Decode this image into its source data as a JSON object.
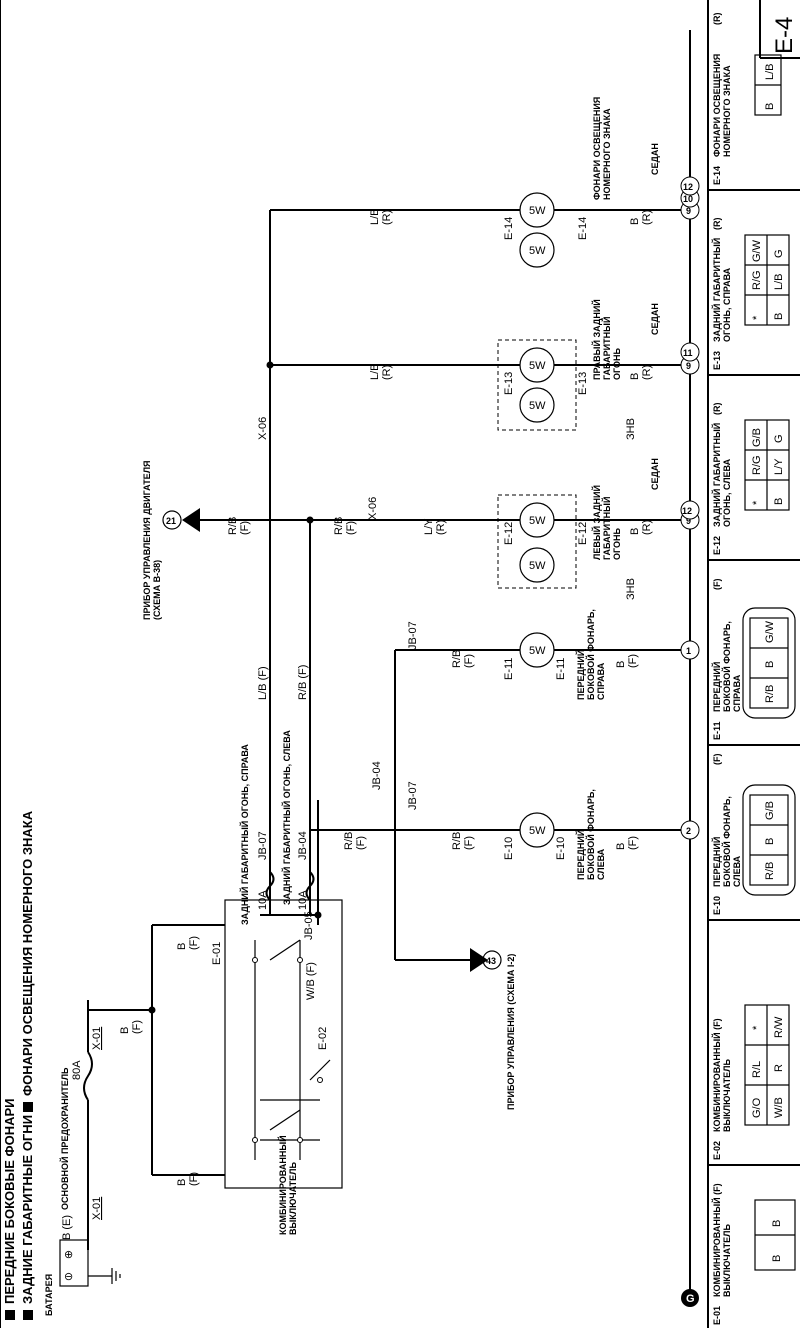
{
  "header": {
    "line1": "ПЕРЕДНИЕ БОКОВЫЕ ФОНАРИ",
    "line2a": "ЗАДНИЕ ГАБАРИТНЫЕ ОГНИ",
    "line2b": "ФОНАРИ ОСВЕЩЕНИЯ НОМЕРНОГО ЗНАКА",
    "page": "E-4"
  },
  "left": {
    "battery": "БАТАРЕЯ",
    "main_fuse": "ОСНОВНОЙ ПРЕДОХРАНИТЕЛЬ",
    "fuse_rating": "80A",
    "x01a": "X-01",
    "x01b": "X-01",
    "b_e": "B (E)",
    "combo_switch": "КОМБИНИРОВАННЫЙ\nВЫКЛЮЧАТЕЛЬ",
    "wire_b_f_1": "B\n(F)",
    "wire_b_f_2": "B\n(F)",
    "wire_b_f_3": "B\n(F)",
    "e01": "E-01",
    "e02": "E-02",
    "wb_f": "W/B (F)"
  },
  "middle": {
    "jb05": "JB-05",
    "jb04a": "JB-04",
    "jb07a": "JB-07",
    "fuse10a_1": "10A",
    "fuse10a_2": "10A",
    "rear_right": "ЗАДНИЙ ГАБАРИТНЫЙ ОГОНЬ, СПРАВА",
    "rear_left": "ЗАДНИЙ ГАБАРИТНЫЙ ОГОНЬ, СЛЕВА",
    "lb_f": "L/B (F)",
    "rb_f": "R/B (F)",
    "instr": "ПРИБОР УПРАВЛЕНИЯ (СХЕМА I-2)",
    "instr_num": "43",
    "jb04b": "JB-04",
    "jb07b": "JB-07",
    "jb07c": "JB-07",
    "rb_f2": "R/B\n(F)"
  },
  "lamps": {
    "e10": "E-10",
    "e10_name": "ПЕРЕДНИЙ\nБОКОВОЙ ФОНАРЬ,\nСЛЕВА",
    "e11": "E-11",
    "e11_name": "ПЕРЕДНИЙ\nБОКОВОЙ ФОНАРЬ,\nСПРАВА",
    "e12": "E-12",
    "e12_name": "ЛЕВЫЙ ЗАДНИЙ\nГАБАРИТНЫЙ\nОГОНЬ",
    "e13": "E-13",
    "e13_name": "ПРАВЫЙ ЗАДНИЙ\nГАБАРИТНЫЙ\nОГОНЬ",
    "e14": "E-14",
    "e14_name": "ФОНАРИ ОСВЕЩЕНИЯ\nНОМЕРНОГО ЗНАКА",
    "bulb": "5W",
    "znv": "ЗНВ",
    "sedan": "СЕДАН",
    "ecu": "ПРИБОР УПРАВЛЕНИЯ ДВИГАТЕЛЯ\n(СХЕМА B-38)",
    "ecu_num": "21",
    "x06a": "X-06",
    "x06b": "X-06",
    "wire_rb": "R/B\n(F)",
    "wire_ly": "L/Y\n(R)",
    "wire_lb": "L/B\n(R)",
    "wire_b_r": "B\n(R)",
    "wire_b_f": "B\n(F)",
    "gnd": [
      "2",
      "1",
      "9",
      "12",
      "9",
      "11",
      "9",
      "10",
      "12"
    ]
  },
  "connectors": [
    {
      "id": "E-01",
      "title": "КОМБИНИРОВАННЫЙ (F)\nВЫКЛЮЧАТЕЛЬ",
      "pins": [
        "B",
        "B"
      ]
    },
    {
      "id": "E-02",
      "title": "КОМБИНИРОВАННЫЙ (F)\nВЫКЛЮЧАТЕЛЬ",
      "pins": [
        "G/O",
        "R/L",
        "*",
        "W/B",
        "R",
        "R/W"
      ]
    },
    {
      "id": "E-10",
      "title": "ПЕРЕДНИЙ\nБОКОВОЙ ФОНАРЬ,\nСЛЕВА",
      "tag": "(F)",
      "pins": [
        "R/B",
        "B",
        "G/B"
      ]
    },
    {
      "id": "E-11",
      "title": "ПЕРЕДНИЙ\nБОКОВОЙ ФОНАРЬ,\nСПРАВА",
      "tag": "(F)",
      "pins": [
        "R/B",
        "B",
        "G/W"
      ]
    },
    {
      "id": "E-12",
      "title": "ЗАДНИЙ ГАБАРИТНЫЙ\nОГОНЬ, СЛЕВА",
      "tag": "(R)",
      "pins": [
        "*",
        "R/G",
        "G/B",
        "B",
        "L/Y",
        "G"
      ]
    },
    {
      "id": "E-13",
      "title": "ЗАДНИЙ ГАБАРИТНЫЙ\nОГОНЬ, СПРАВА",
      "tag": "(R)",
      "pins": [
        "*",
        "R/G",
        "G/W",
        "B",
        "L/B",
        "G"
      ]
    },
    {
      "id": "E-14",
      "title": "ФОНАРИ ОСВЕЩЕНИЯ\nНОМЕРНОГО ЗНАКА",
      "tag": "(R)",
      "pins": [
        "B",
        "L/B"
      ]
    }
  ],
  "footer_marker": "G"
}
